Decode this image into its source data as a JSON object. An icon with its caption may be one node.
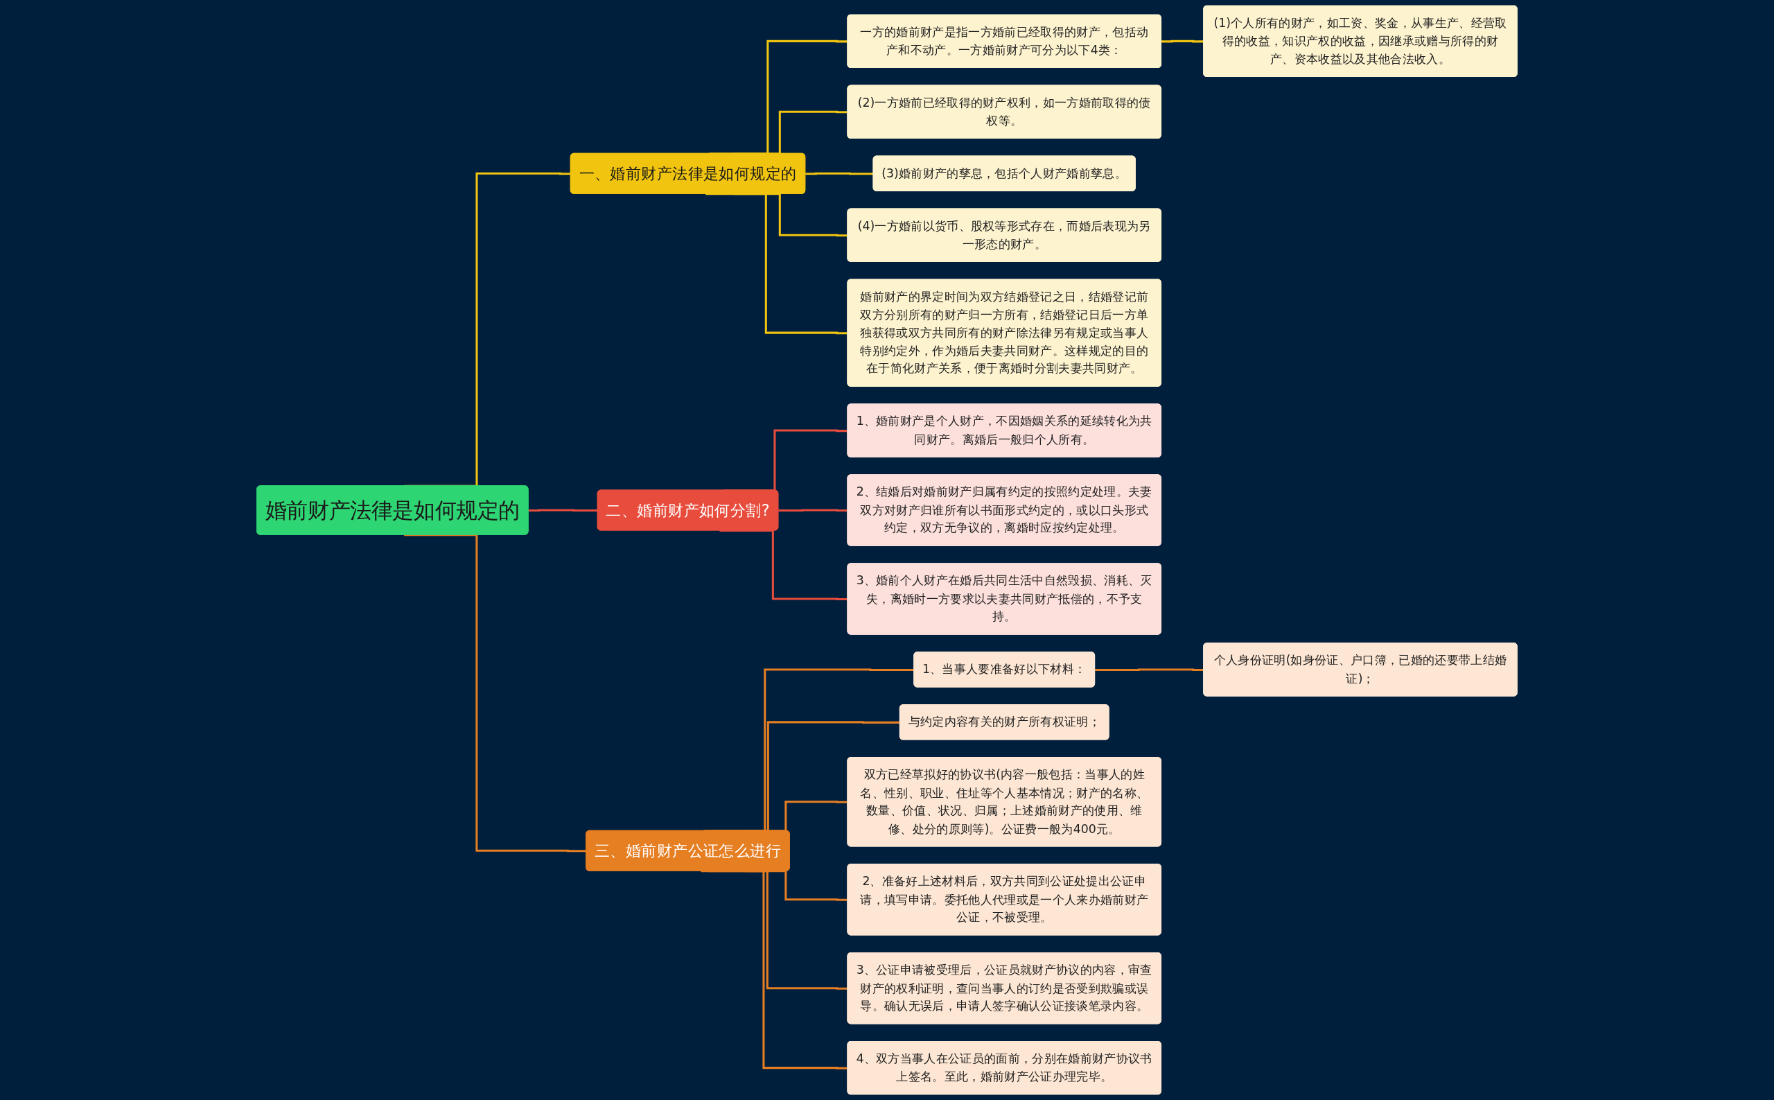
{
  "diagram": {
    "nodes": [
      {
        "text": [
          "婚前财产法律是如何规定的"
        ]
      },
      {
        "text": [
          "一、婚前财产法律是如何规定的"
        ]
      },
      {
        "text": [
          "一方的婚前财产是指一方婚前已经取得的财产，包括动产和不动产。一方婚前财产可分为以下4类："
        ]
      },
      {
        "text": [
          "(1)个人所有的财产，如工资、奖金，从事生产、经营取得的收益，知识产权的收益，因继承或赠与所得的财产、资本收益以及其他合法收入。"
        ]
      },
      {
        "text": [
          "(2)一方婚前已经取得的财产权利，如一方婚前取得的债权等。"
        ]
      },
      {
        "text": [
          "(3)婚前财产的孳息，包括个人财产婚前孳息。"
        ]
      },
      {
        "text": [
          "(4)一方婚前以货币、股权等形式存在，而婚后表现为另一形态的财产。"
        ]
      },
      {
        "text": [
          "婚前财产的界定时间为双方结婚登记之日，结婚登记前双方分别所有的财产归一方所有，结婚登记日后一方单独获得或双方共同所有的财产除法律另有规定或当事人特别约定外，作为婚后夫妻共同财产。这样规定的目的在于简化财产关系，便于离婚时分割夫妻共同财产。"
        ]
      },
      {
        "text": [
          "二、婚前财产如何分割?"
        ]
      },
      {
        "text": [
          "1、婚前财产是个人财产，不因婚姻关系的延续转化为共同财产。离婚后一般归个人所有。"
        ]
      },
      {
        "text": [
          "2、结婚后对婚前财产归属有约定的按照约定处理。夫妻双方对财产归谁所有以书面形式约定的，或以口头形式约定，双方无争议的，离婚时应按约定处理。"
        ]
      },
      {
        "text": [
          "3、婚前个人财产在婚后共同生活中自然毁损、消耗、灭失，离婚时一方要求以夫妻共同财产抵偿的，不予支持。"
        ]
      },
      {
        "text": [
          "三、婚前财产公证怎么进行"
        ]
      },
      {
        "text": [
          "1、当事人要准备好以下材料："
        ]
      },
      {
        "text": [
          "个人身份证明(如身份证、户口簿，已婚的还要带上结婚证)；"
        ]
      },
      {
        "text": [
          "与约定内容有关的财产所有权证明；"
        ]
      },
      {
        "text": [
          "双方已经草拟好的协议书(内容一般包括：当事人的姓名、性别、职业、住址等个人基本情况；财产的名称、数量、价值、状况、归属；上述婚前财产的使用、维修、处分的原则等)。公证费一般为400元。"
        ]
      },
      {
        "text": [
          "2、准备好上述材料后，双方共同到公证处提出公证申请，填写申请。委托他人代理或是一个人来办婚前财产公证，不被受理。"
        ]
      },
      {
        "text": [
          "3、公证申请被受理后，公证员就财产协议的内容，审查财产的权利证明，查问当事人的订约是否受到欺骗或误导。确认无误后，申请人签字确认公证接谈笔录内容。"
        ]
      },
      {
        "text": [
          "4、双方当事人在公证员的面前，分别在婚前财产协议书上签名。至此，婚前财产公证办理完毕。"
        ]
      }
    ],
    "edges": [
      {
        "from": 0,
        "to": 1,
        "arrow": "none",
        "color": "#f1c40f"
      },
      {
        "from": 1,
        "to": 2,
        "arrow": "none",
        "color": "#f1c40f"
      },
      {
        "from": 2,
        "to": 3,
        "arrow": "none",
        "color": "#f1c40f"
      },
      {
        "from": 1,
        "to": 4,
        "arrow": "none",
        "color": "#f1c40f"
      },
      {
        "from": 1,
        "to": 5,
        "arrow": "none",
        "color": "#f1c40f"
      },
      {
        "from": 1,
        "to": 6,
        "arrow": "none",
        "color": "#f1c40f"
      },
      {
        "from": 1,
        "to": 7,
        "arrow": "none",
        "color": "#f1c40f"
      },
      {
        "from": 0,
        "to": 8,
        "arrow": "none",
        "color": "#e74c3c"
      },
      {
        "from": 8,
        "to": 9,
        "arrow": "none",
        "color": "#e74c3c"
      },
      {
        "from": 8,
        "to": 10,
        "arrow": "none",
        "color": "#e74c3c"
      },
      {
        "from": 8,
        "to": 11,
        "arrow": "none",
        "color": "#e74c3c"
      },
      {
        "from": 0,
        "to": 12,
        "arrow": "none"
      },
      {
        "from": 12,
        "to": 13,
        "arrow": "none"
      },
      {
        "from": 13,
        "to": 14,
        "arrow": "none"
      },
      {
        "from": 12,
        "to": 15,
        "arrow": "none"
      },
      {
        "from": 12,
        "to": 16,
        "arrow": "none"
      },
      {
        "from": 12,
        "to": 17,
        "arrow": "none"
      },
      {
        "from": 12,
        "to": 18,
        "arrow": "none"
      },
      {
        "from": 12,
        "to": 19,
        "arrow": "none"
      }
    ]
  }
}
